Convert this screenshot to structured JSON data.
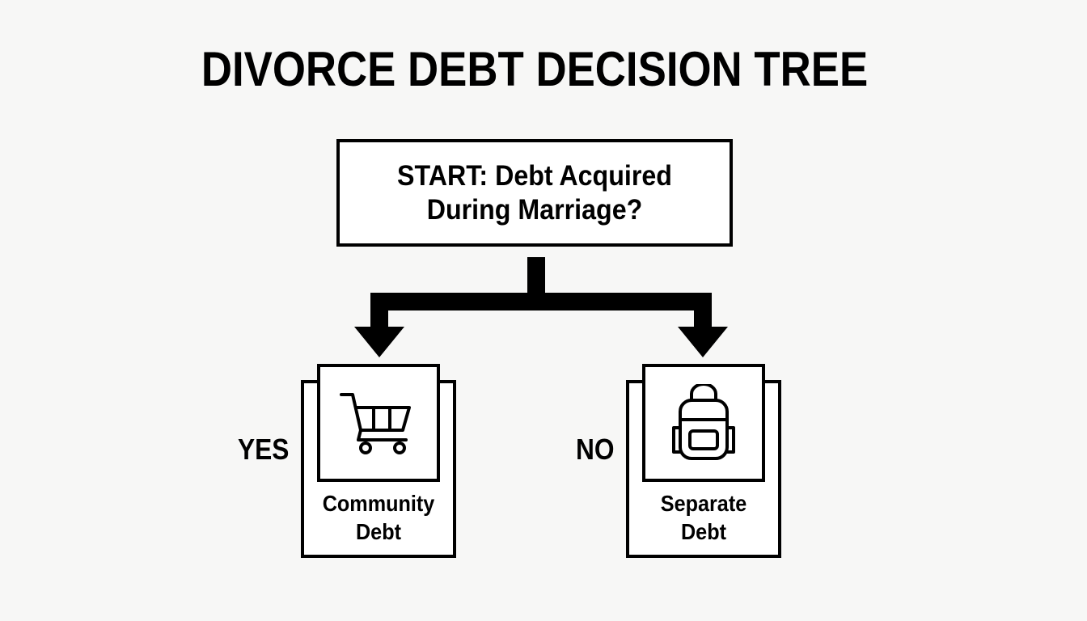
{
  "title": "DIVORCE DEBT DECISION TREE",
  "start_node": {
    "text": "START: Debt Acquired\nDuring Marriage?"
  },
  "branches": [
    {
      "answer": "YES",
      "label": "Community\nDebt",
      "icon": "shopping-cart-icon"
    },
    {
      "answer": "NO",
      "label": "Separate\nDebt",
      "icon": "backpack-icon"
    }
  ],
  "colors": {
    "ink": "#000000",
    "background": "#f7f7f6",
    "box_fill": "#ffffff"
  }
}
